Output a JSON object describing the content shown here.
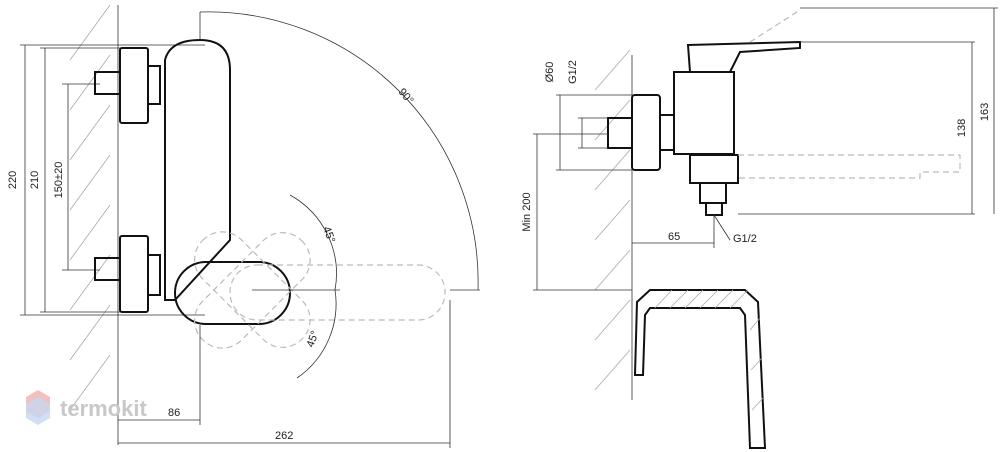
{
  "front_view": {
    "height_outer": "220",
    "height_inner": "210",
    "spacing": "150±20",
    "angle_top": "45°",
    "angle_bottom": "45°",
    "angle_full": "90°",
    "depth_short": "86",
    "depth_long": "262"
  },
  "side_view": {
    "diameter": "Ø60",
    "thread_top": "G1/2",
    "min_height": "Min 200",
    "offset": "65",
    "thread_bottom": "G1/2",
    "height_138": "138",
    "height_163": "163"
  },
  "watermark": {
    "brand": "termokit"
  }
}
